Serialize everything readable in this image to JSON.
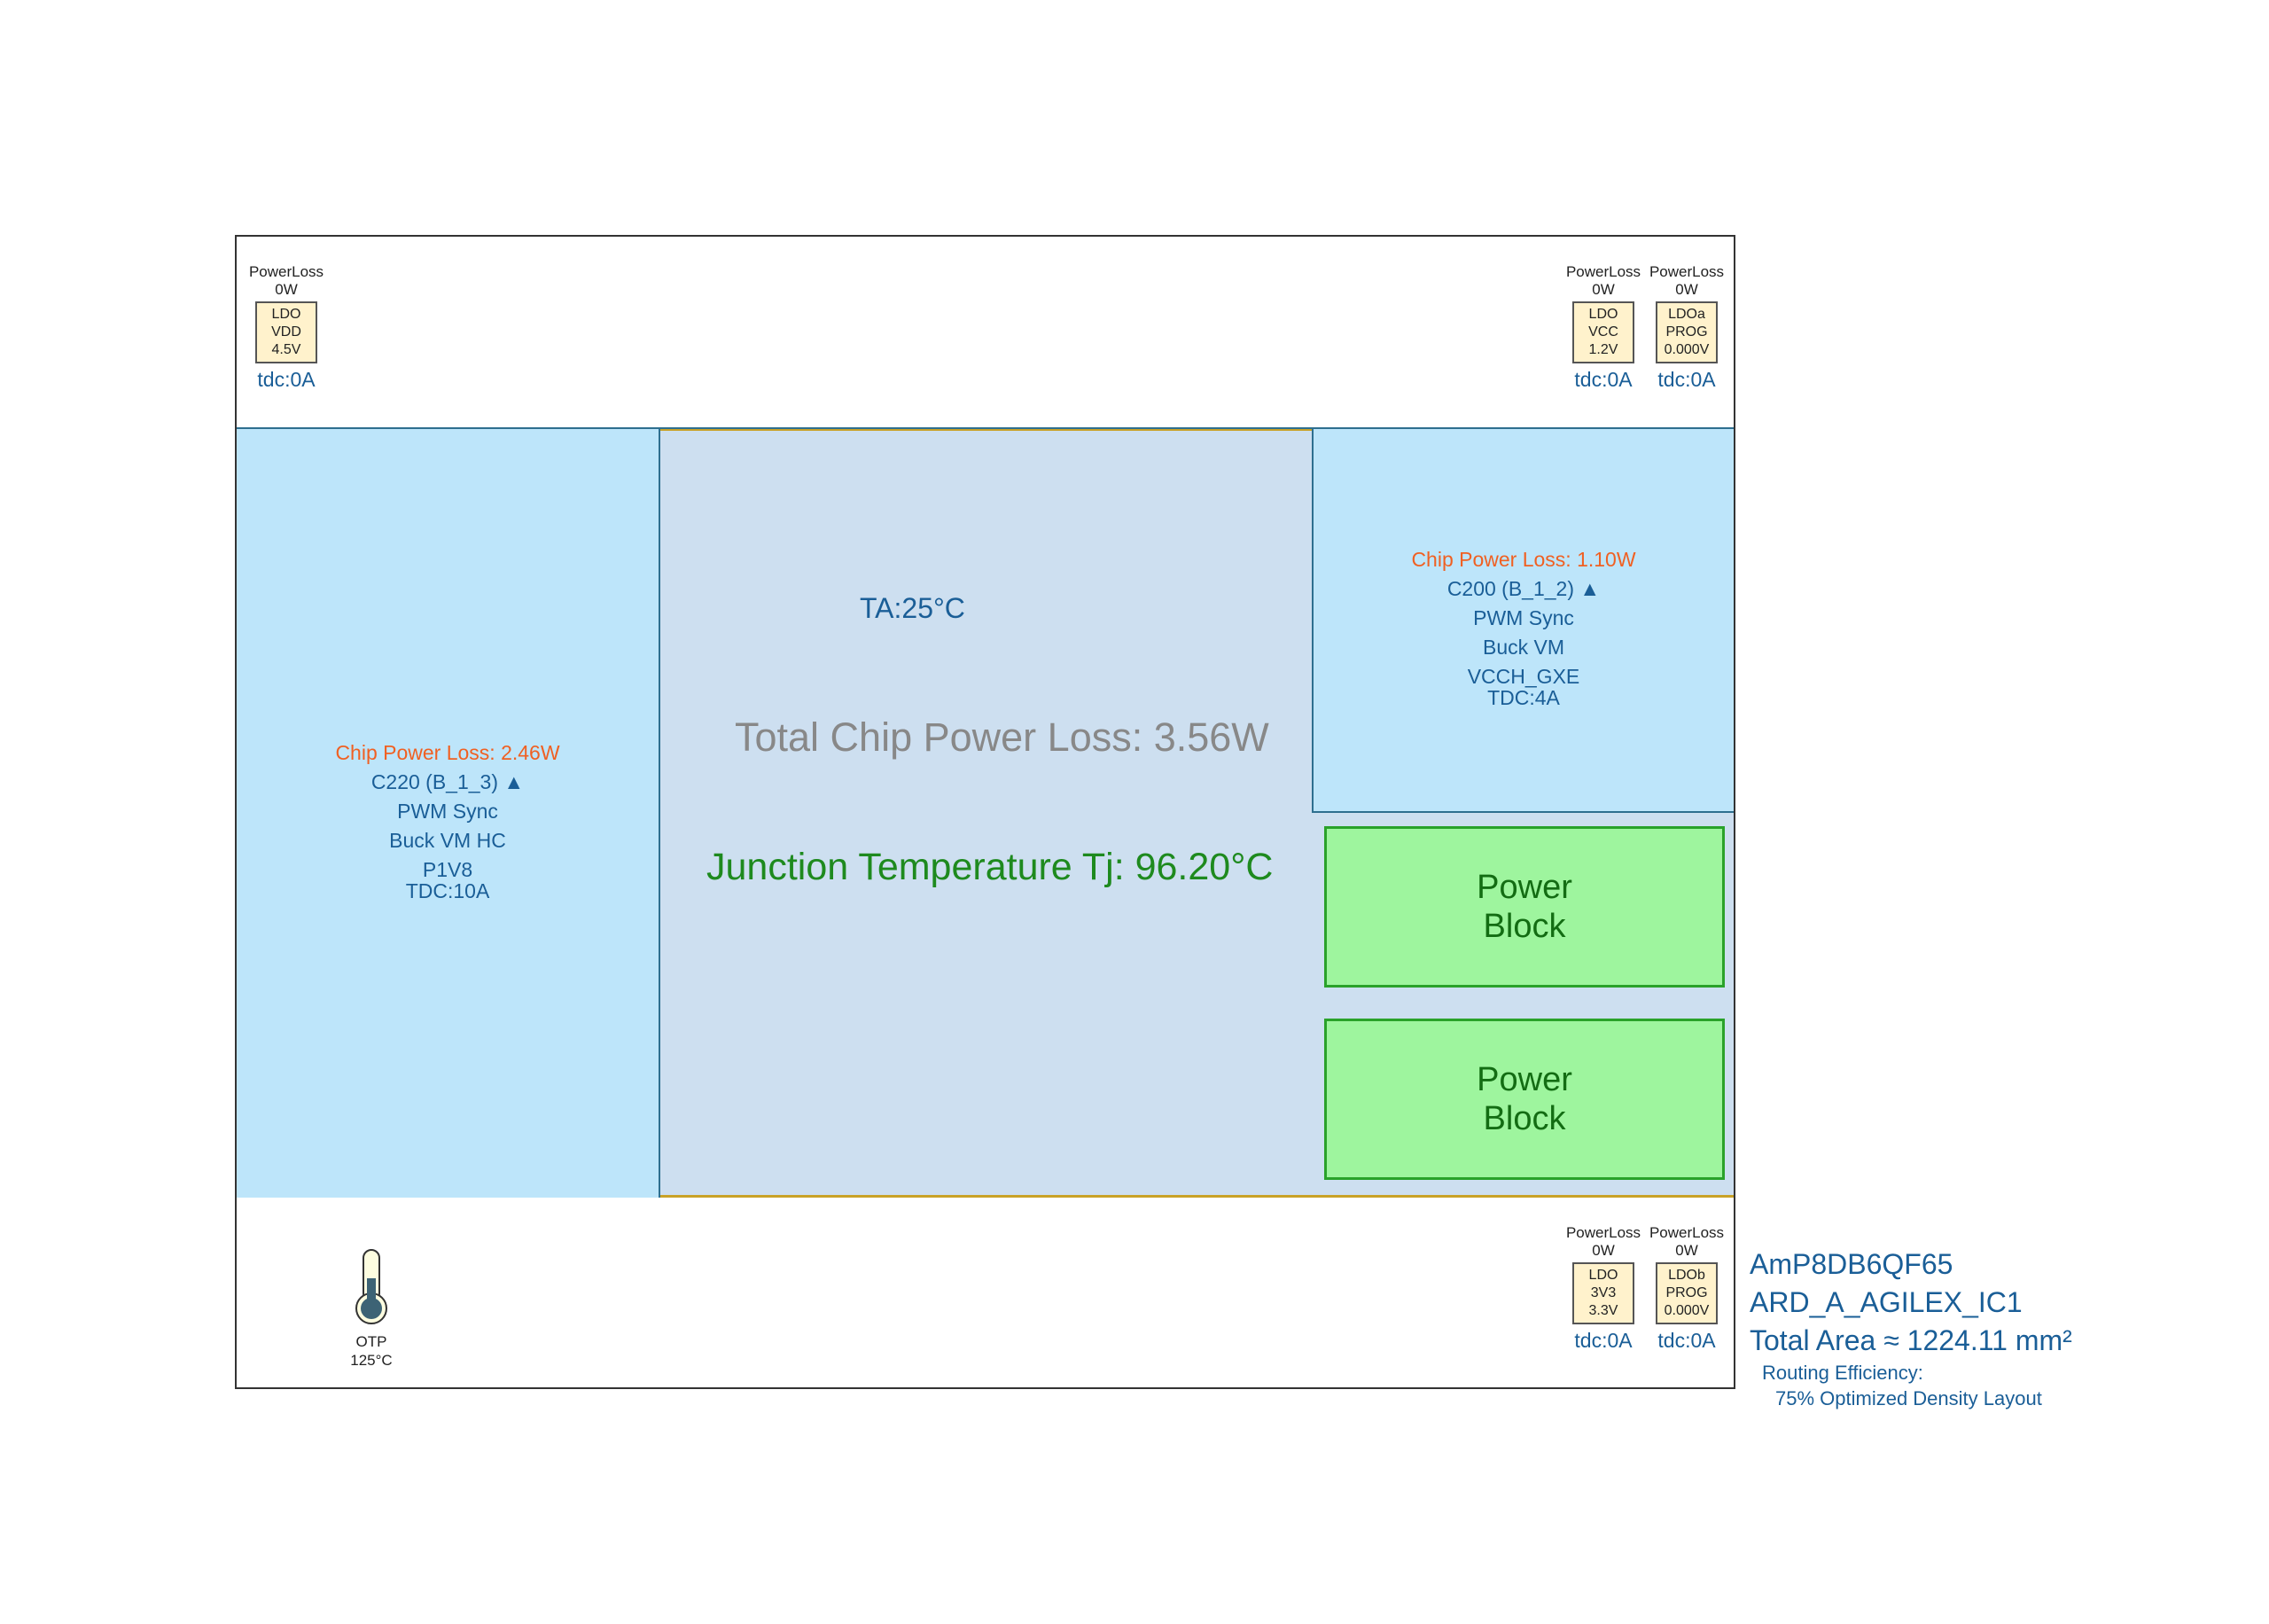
{
  "top_ldos": [
    {
      "power_label": "PowerLoss",
      "power_value": "0W",
      "line1": "LDO",
      "line2": "VDD",
      "line3": "4.5V",
      "tdc": "tdc:0A"
    },
    {
      "power_label": "PowerLoss",
      "power_value": "0W",
      "line1": "LDO",
      "line2": "VCC",
      "line3": "1.2V",
      "tdc": "tdc:0A"
    },
    {
      "power_label": "PowerLoss",
      "power_value": "0W",
      "line1": "LDOa",
      "line2": "PROG",
      "line3": "0.000V",
      "tdc": "tdc:0A"
    }
  ],
  "bottom_ldos": [
    {
      "power_label": "PowerLoss",
      "power_value": "0W",
      "line1": "LDO",
      "line2": "3V3",
      "line3": "3.3V",
      "tdc": "tdc:0A"
    },
    {
      "power_label": "PowerLoss",
      "power_value": "0W",
      "line1": "LDOb",
      "line2": "PROG",
      "line3": "0.000V",
      "tdc": "tdc:0A"
    }
  ],
  "left_chip": {
    "loss": "Chip Power Loss: 2.46W",
    "part": "C220 (B_1_3) ▲",
    "mode": "PWM Sync",
    "type": "Buck VM HC",
    "rail": "P1V8",
    "tdc": "TDC:10A"
  },
  "right_chip": {
    "loss": "Chip Power Loss: 1.10W",
    "part": "C200 (B_1_2) ▲",
    "mode": "PWM Sync",
    "type": "Buck VM",
    "rail": "VCCH_GXE",
    "tdc": "TDC:4A"
  },
  "center": {
    "ta": "TA:25°C",
    "total_loss": "Total Chip Power Loss: 3.56W",
    "tj": "Junction Temperature Tj: 96.20°C"
  },
  "power_blocks": [
    {
      "line1": "Power",
      "line2": "Block"
    },
    {
      "line1": "Power",
      "line2": "Block"
    }
  ],
  "otp": {
    "label": "OTP",
    "value": "125°C",
    "icon": "thermometer-icon"
  },
  "info": {
    "part_number": "AmP8DB6QF65",
    "design": "ARD_A_AGILEX_IC1",
    "area": "Total Area ≈ 1224.11 mm²",
    "routing_label": "Routing Efficiency:",
    "routing_value": "75% Optimized Density Layout"
  },
  "colors": {
    "chip_fill": "#bde5fa",
    "center_fill": "#cddff0",
    "power_block_fill": "#9ef59e",
    "ldo_fill": "#fff2cc",
    "loss_text": "#f06022",
    "label_text": "#1a5e97",
    "tj_text": "#1e8a1e"
  }
}
